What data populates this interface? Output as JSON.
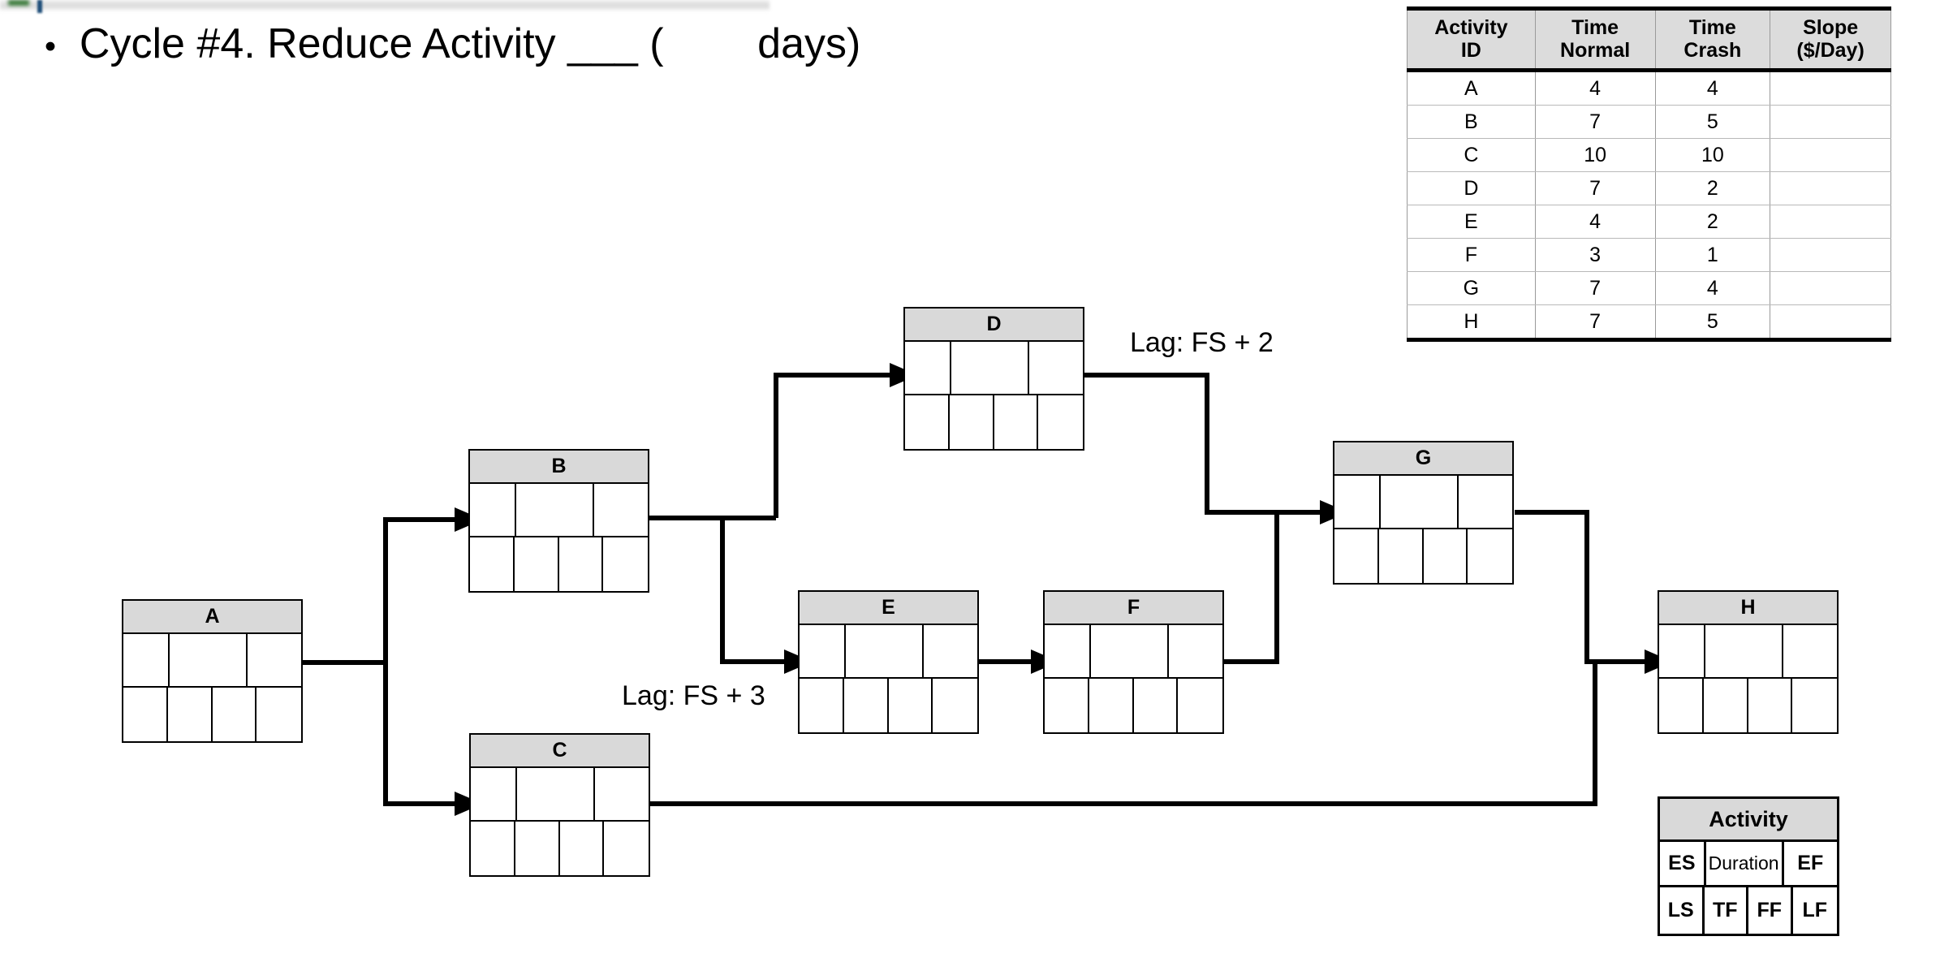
{
  "slide": {
    "bullet_marker": "•",
    "bullet_text": "Cycle #4. Reduce Activity ___ (        days)"
  },
  "crash_table": {
    "headers": [
      "Activity ID",
      "Time Normal",
      "Time Crash",
      "Slope ($/Day)"
    ],
    "header_lines": [
      [
        "Activity",
        "ID"
      ],
      [
        "Time",
        "Normal"
      ],
      [
        "Time",
        "Crash"
      ],
      [
        "Slope",
        "($/Day)"
      ]
    ],
    "rows": [
      {
        "id": "A",
        "time_normal": "4",
        "time_crash": "4",
        "slope": ""
      },
      {
        "id": "B",
        "time_normal": "7",
        "time_crash": "5",
        "slope": ""
      },
      {
        "id": "C",
        "time_normal": "10",
        "time_crash": "10",
        "slope": ""
      },
      {
        "id": "D",
        "time_normal": "7",
        "time_crash": "2",
        "slope": ""
      },
      {
        "id": "E",
        "time_normal": "4",
        "time_crash": "2",
        "slope": ""
      },
      {
        "id": "F",
        "time_normal": "3",
        "time_crash": "1",
        "slope": ""
      },
      {
        "id": "G",
        "time_normal": "7",
        "time_crash": "4",
        "slope": ""
      },
      {
        "id": "H",
        "time_normal": "7",
        "time_crash": "5",
        "slope": ""
      }
    ]
  },
  "network": {
    "nodes": [
      {
        "key": "A",
        "label": "A",
        "es": "",
        "duration": "",
        "ef": "",
        "ls": "",
        "tf": "",
        "ff": "",
        "lf": ""
      },
      {
        "key": "B",
        "label": "B",
        "es": "",
        "duration": "",
        "ef": "",
        "ls": "",
        "tf": "",
        "ff": "",
        "lf": ""
      },
      {
        "key": "C",
        "label": "C",
        "es": "",
        "duration": "",
        "ef": "",
        "ls": "",
        "tf": "",
        "ff": "",
        "lf": ""
      },
      {
        "key": "D",
        "label": "D",
        "es": "",
        "duration": "",
        "ef": "",
        "ls": "",
        "tf": "",
        "ff": "",
        "lf": ""
      },
      {
        "key": "E",
        "label": "E",
        "es": "",
        "duration": "",
        "ef": "",
        "ls": "",
        "tf": "",
        "ff": "",
        "lf": ""
      },
      {
        "key": "F",
        "label": "F",
        "es": "",
        "duration": "",
        "ef": "",
        "ls": "",
        "tf": "",
        "ff": "",
        "lf": ""
      },
      {
        "key": "G",
        "label": "G",
        "es": "",
        "duration": "",
        "ef": "",
        "ls": "",
        "tf": "",
        "ff": "",
        "lf": ""
      },
      {
        "key": "H",
        "label": "H",
        "es": "",
        "duration": "",
        "ef": "",
        "ls": "",
        "tf": "",
        "ff": "",
        "lf": ""
      }
    ],
    "lag_labels": [
      {
        "key": "D-G",
        "text": "Lag: FS + 2"
      },
      {
        "key": "B-E",
        "text": "Lag: FS + 3"
      }
    ]
  },
  "legend": {
    "title": "Activity",
    "es": "ES",
    "duration": "Duration",
    "ef": "EF",
    "ls": "LS",
    "tf": "TF",
    "ff": "FF",
    "lf": "LF"
  },
  "colors": {
    "node_header_fill": "#d9d9d9",
    "table_header_fill": "#dcdcdc",
    "line": "#000000",
    "background": "#ffffff"
  }
}
